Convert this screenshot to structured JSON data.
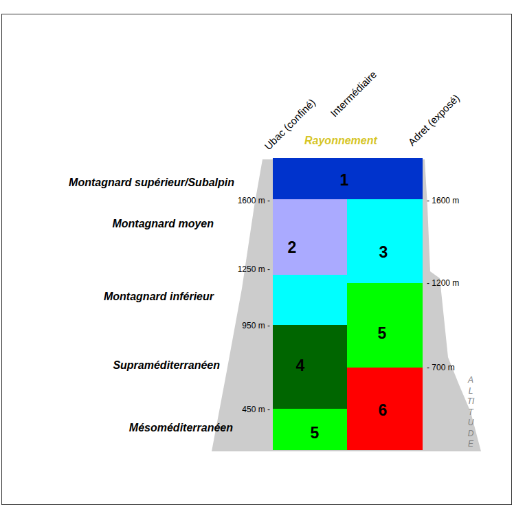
{
  "diagram": {
    "nodes": [
      {
        "text": [
          "1"
        ]
      },
      {
        "text": [
          "2"
        ]
      },
      {
        "text": [
          "3"
        ]
      },
      {
        "text": [
          "5"
        ]
      },
      {
        "text": [
          "4"
        ]
      },
      {
        "text": [
          "6"
        ]
      },
      {
        "text": [
          "5"
        ]
      }
    ],
    "labels": [
      "Ubac (confiné)",
      "Intermédiaire",
      "Adret (exposé)",
      "Rayonnement",
      "Montagnard supérieur/Subalpin",
      "Montagnard moyen",
      "Montagnard inférieur",
      "Supraméditerranéen",
      "Mésoméditerranéen",
      "1600 m -",
      "1250 m -",
      "950 m -",
      "450 m -",
      "- 1600 m",
      "- 1200 m",
      "- 700 m",
      "ALTITUDE"
    ]
  }
}
